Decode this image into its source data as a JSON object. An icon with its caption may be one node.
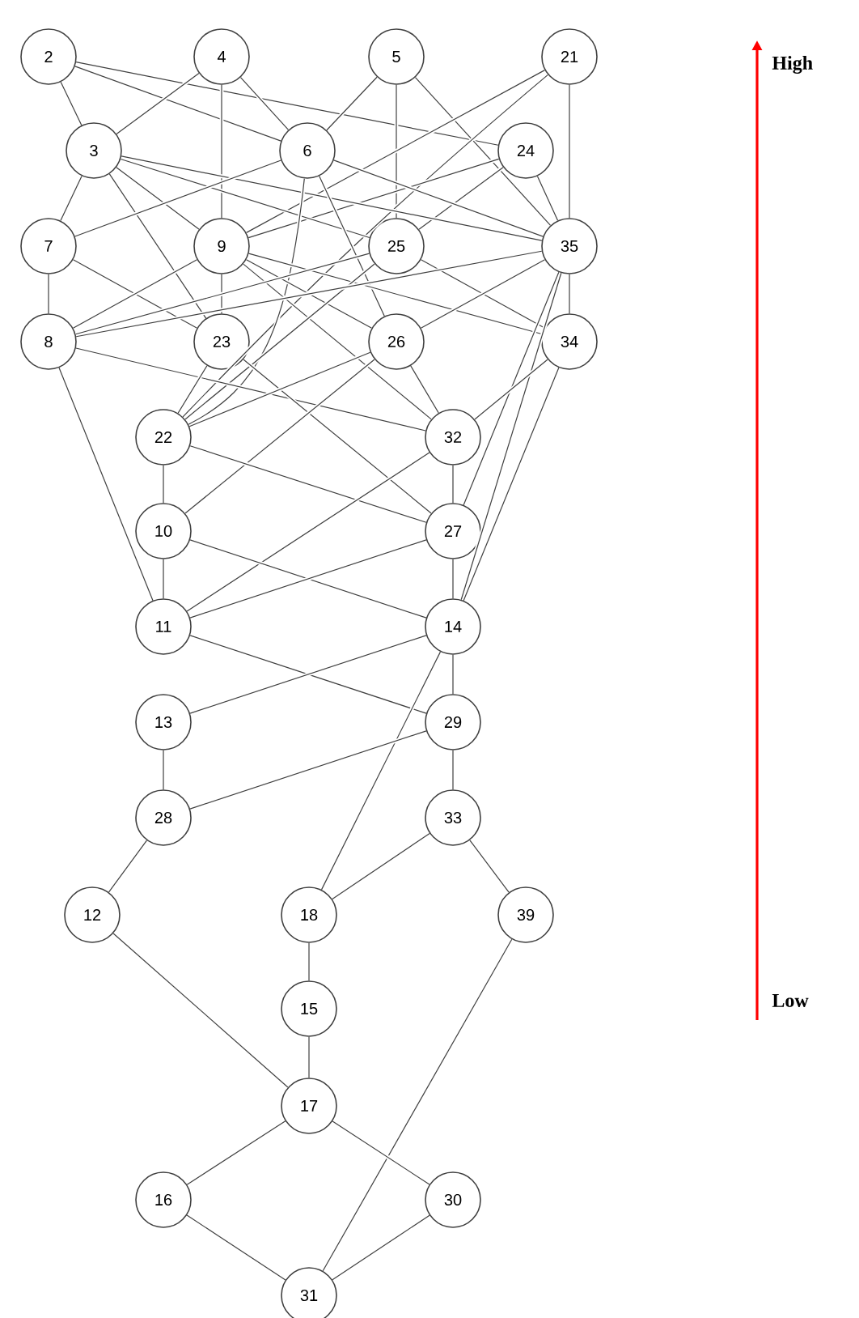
{
  "diagram": {
    "nodes": [
      {
        "text": [
          "2"
        ]
      },
      {
        "text": [
          "4"
        ]
      },
      {
        "text": [
          "5"
        ]
      },
      {
        "text": [
          "21"
        ]
      },
      {
        "text": [
          "3"
        ]
      },
      {
        "text": [
          "6"
        ]
      },
      {
        "text": [
          "24"
        ]
      },
      {
        "text": [
          "7"
        ]
      },
      {
        "text": [
          "9"
        ]
      },
      {
        "text": [
          "25"
        ]
      },
      {
        "text": [
          "35"
        ]
      },
      {
        "text": [
          "8"
        ]
      },
      {
        "text": [
          "23"
        ]
      },
      {
        "text": [
          "26"
        ]
      },
      {
        "text": [
          "34"
        ]
      },
      {
        "text": [
          "22"
        ]
      },
      {
        "text": [
          "32"
        ]
      },
      {
        "text": [
          "10"
        ]
      },
      {
        "text": [
          "27"
        ]
      },
      {
        "text": [
          "11"
        ]
      },
      {
        "text": [
          "14"
        ]
      },
      {
        "text": [
          "13"
        ]
      },
      {
        "text": [
          "29"
        ]
      },
      {
        "text": [
          "28"
        ]
      },
      {
        "text": [
          "33"
        ]
      },
      {
        "text": [
          "12"
        ]
      },
      {
        "text": [
          "18"
        ]
      },
      {
        "text": [
          "39"
        ]
      },
      {
        "text": [
          "15"
        ]
      },
      {
        "text": [
          "17"
        ]
      },
      {
        "text": [
          "16"
        ]
      },
      {
        "text": [
          "30"
        ]
      },
      {
        "text": [
          "31"
        ]
      }
    ],
    "edges": [
      {
        "from": 0,
        "to": 4,
        "arrow": "none"
      },
      {
        "from": 0,
        "to": 5,
        "arrow": "none"
      },
      {
        "from": 0,
        "to": 6,
        "arrow": "none"
      },
      {
        "from": 1,
        "to": 4,
        "arrow": "none"
      },
      {
        "from": 1,
        "to": 8,
        "arrow": "none"
      },
      {
        "from": 1,
        "to": 5,
        "arrow": "none"
      },
      {
        "from": 2,
        "to": 5,
        "arrow": "none"
      },
      {
        "from": 2,
        "to": 9,
        "arrow": "none"
      },
      {
        "from": 2,
        "to": 10,
        "arrow": "none"
      },
      {
        "from": 3,
        "to": 8,
        "arrow": "none"
      },
      {
        "from": 3,
        "to": 15,
        "arrow": "none"
      },
      {
        "from": 3,
        "to": 10,
        "arrow": "none"
      },
      {
        "from": 6,
        "to": 8,
        "arrow": "none"
      },
      {
        "from": 6,
        "to": 9,
        "arrow": "none"
      },
      {
        "from": 6,
        "to": 10,
        "arrow": "none"
      },
      {
        "from": 4,
        "to": 7,
        "arrow": "none"
      },
      {
        "from": 4,
        "to": 8,
        "arrow": "none"
      },
      {
        "from": 4,
        "to": 12,
        "arrow": "none"
      },
      {
        "from": 4,
        "to": 9,
        "arrow": "none"
      },
      {
        "from": 4,
        "to": 10,
        "arrow": "none"
      },
      {
        "from": 5,
        "to": 7,
        "arrow": "none"
      },
      {
        "from": 5,
        "to": 15,
        "arrow": "none"
      },
      {
        "from": 5,
        "to": 13,
        "arrow": "none"
      },
      {
        "from": 5,
        "to": 10,
        "arrow": "none"
      },
      {
        "from": 7,
        "to": 11,
        "arrow": "none"
      },
      {
        "from": 7,
        "to": 12,
        "arrow": "none"
      },
      {
        "from": 8,
        "to": 11,
        "arrow": "none"
      },
      {
        "from": 8,
        "to": 12,
        "arrow": "none"
      },
      {
        "from": 8,
        "to": 13,
        "arrow": "none"
      },
      {
        "from": 8,
        "to": 16,
        "arrow": "none"
      },
      {
        "from": 8,
        "to": 14,
        "arrow": "none"
      },
      {
        "from": 9,
        "to": 11,
        "arrow": "none"
      },
      {
        "from": 9,
        "to": 15,
        "arrow": "none"
      },
      {
        "from": 9,
        "to": 14,
        "arrow": "none"
      },
      {
        "from": 10,
        "to": 11,
        "arrow": "none"
      },
      {
        "from": 10,
        "to": 13,
        "arrow": "none"
      },
      {
        "from": 10,
        "to": 14,
        "arrow": "none"
      },
      {
        "from": 10,
        "to": 18,
        "arrow": "none"
      },
      {
        "from": 10,
        "to": 20,
        "arrow": "none"
      },
      {
        "from": 11,
        "to": 19,
        "arrow": "none"
      },
      {
        "from": 11,
        "to": 16,
        "arrow": "none"
      },
      {
        "from": 12,
        "to": 15,
        "arrow": "none"
      },
      {
        "from": 12,
        "to": 18,
        "arrow": "none"
      },
      {
        "from": 13,
        "to": 15,
        "arrow": "none"
      },
      {
        "from": 13,
        "to": 16,
        "arrow": "none"
      },
      {
        "from": 13,
        "to": 17,
        "arrow": "none"
      },
      {
        "from": 14,
        "to": 16,
        "arrow": "none"
      },
      {
        "from": 14,
        "to": 20,
        "arrow": "none"
      },
      {
        "from": 15,
        "to": 17,
        "arrow": "none"
      },
      {
        "from": 15,
        "to": 18,
        "arrow": "none"
      },
      {
        "from": 16,
        "to": 18,
        "arrow": "none"
      },
      {
        "from": 16,
        "to": 19,
        "arrow": "none"
      },
      {
        "from": 17,
        "to": 19,
        "arrow": "none"
      },
      {
        "from": 17,
        "to": 20,
        "arrow": "none"
      },
      {
        "from": 18,
        "to": 20,
        "arrow": "none"
      },
      {
        "from": 18,
        "to": 19,
        "arrow": "none"
      },
      {
        "from": 19,
        "to": 22,
        "arrow": "none"
      },
      {
        "from": 20,
        "to": 21,
        "arrow": "none"
      },
      {
        "from": 20,
        "to": 22,
        "arrow": "none"
      },
      {
        "from": 20,
        "to": 26,
        "arrow": "none"
      },
      {
        "from": 21,
        "to": 23,
        "arrow": "none"
      },
      {
        "from": 22,
        "to": 23,
        "arrow": "none"
      },
      {
        "from": 22,
        "to": 24,
        "arrow": "none"
      },
      {
        "from": 23,
        "to": 25,
        "arrow": "none"
      },
      {
        "from": 24,
        "to": 26,
        "arrow": "none"
      },
      {
        "from": 24,
        "to": 27,
        "arrow": "none"
      },
      {
        "from": 26,
        "to": 28,
        "arrow": "none"
      },
      {
        "from": 28,
        "to": 29,
        "arrow": "none"
      },
      {
        "from": 25,
        "to": 29,
        "arrow": "none"
      },
      {
        "from": 27,
        "to": 32,
        "arrow": "none"
      },
      {
        "from": 29,
        "to": 30,
        "arrow": "none"
      },
      {
        "from": 29,
        "to": 31,
        "arrow": "none"
      },
      {
        "from": 30,
        "to": 32,
        "arrow": "none"
      },
      {
        "from": 31,
        "to": 32,
        "arrow": "none"
      }
    ],
    "labels": [
      "High",
      "Low"
    ]
  }
}
